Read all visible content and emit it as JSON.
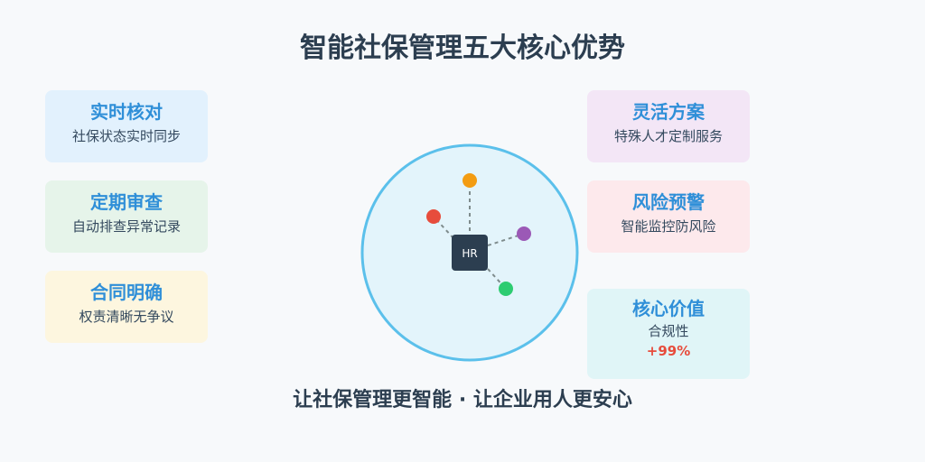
{
  "title": "智能社保管理五大核心优势",
  "cards": [
    {
      "heading": "实时核对",
      "sub": "社保状态实时同步"
    },
    {
      "heading": "定期审查",
      "sub": "自动排查异常记录"
    },
    {
      "heading": "合同明确",
      "sub": "权责清晰无争议"
    },
    {
      "heading": "灵活方案",
      "sub": "特殊人才定制服务"
    },
    {
      "heading": "风险预警",
      "sub": "智能监控防风险"
    },
    {
      "heading": "核心价值",
      "sub": "合规性",
      "highlight": "+99%"
    }
  ],
  "hub": {
    "center_label": "HR",
    "colors": {
      "ring_stroke": "#5bc0eb",
      "ring_fill": "#e3f4fb",
      "center": "#2c3e50",
      "node_orange": "#f39c12",
      "node_red": "#e74c3c",
      "node_purple": "#9b59b6",
      "node_green": "#2ecc71"
    }
  },
  "slogan": "让社保管理更智能 · 让企业用人更安心"
}
